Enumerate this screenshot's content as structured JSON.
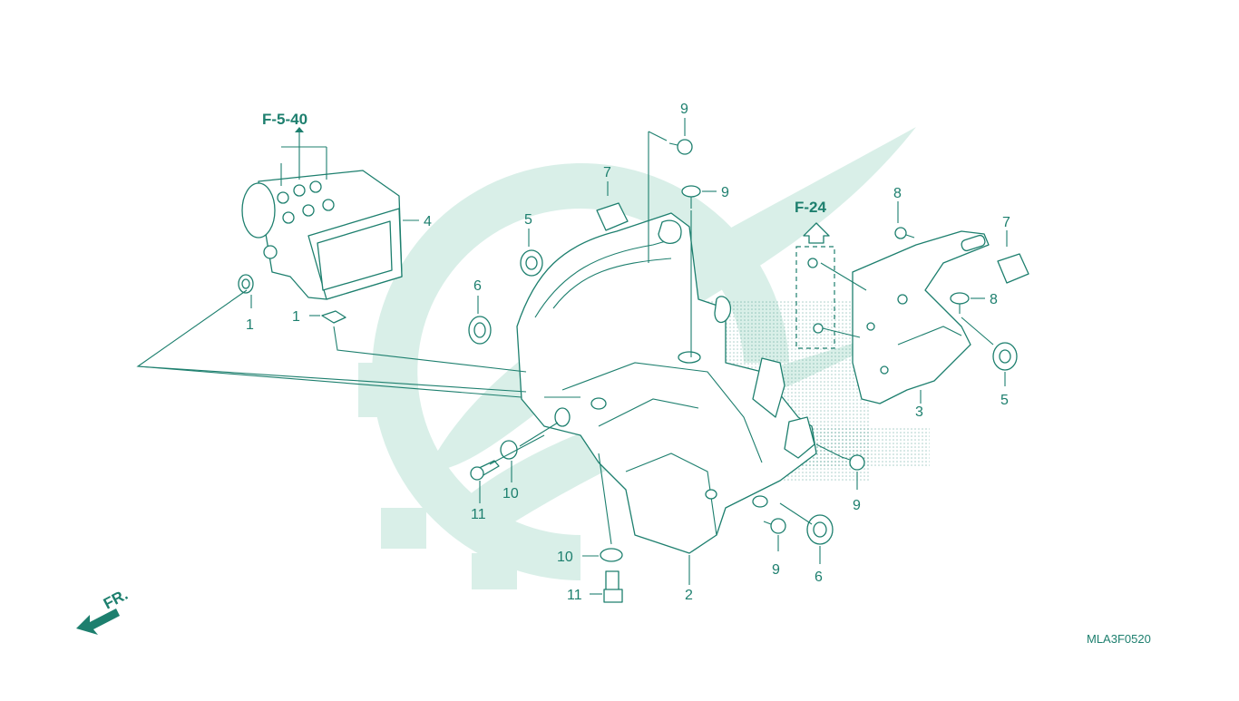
{
  "diagram": {
    "reference_labels": {
      "ref_f540": "F-5-40",
      "ref_f24": "F-24"
    },
    "direction_label": "FR.",
    "diagram_code": "MLA3F0520",
    "callouts": {
      "c1a": "1",
      "c1b": "1",
      "c2": "2",
      "c3": "3",
      "c4": "4",
      "c5a": "5",
      "c5b": "5",
      "c6a": "6",
      "c6b": "6",
      "c7a": "7",
      "c7b": "7",
      "c8a": "8",
      "c8b": "8",
      "c9a": "9",
      "c9b": "9",
      "c9c": "9",
      "c9d": "9",
      "c10a": "10",
      "c10b": "10",
      "c11a": "11",
      "c11b": "11"
    },
    "colors": {
      "line": "#1d7f6e",
      "watermark": "#d9efe8",
      "background": "#ffffff"
    }
  }
}
